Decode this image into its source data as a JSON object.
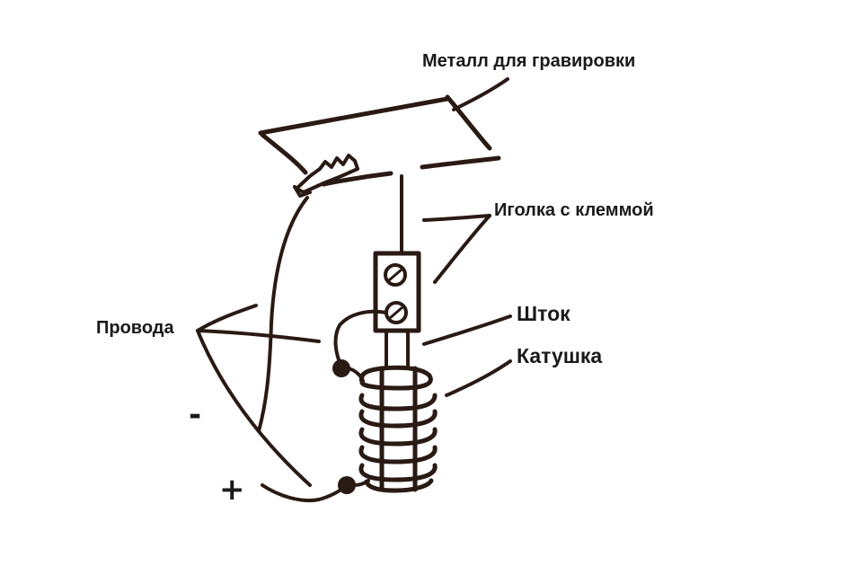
{
  "labels": {
    "metal": "Металл для гравировки",
    "needle": "Иголка с клеммой",
    "rod": "Шток",
    "coil": "Катушка",
    "wires": "Провода",
    "minus": "-",
    "plus": "+"
  },
  "colors": {
    "ink": "#2a1a14",
    "background": "#ffffff"
  }
}
